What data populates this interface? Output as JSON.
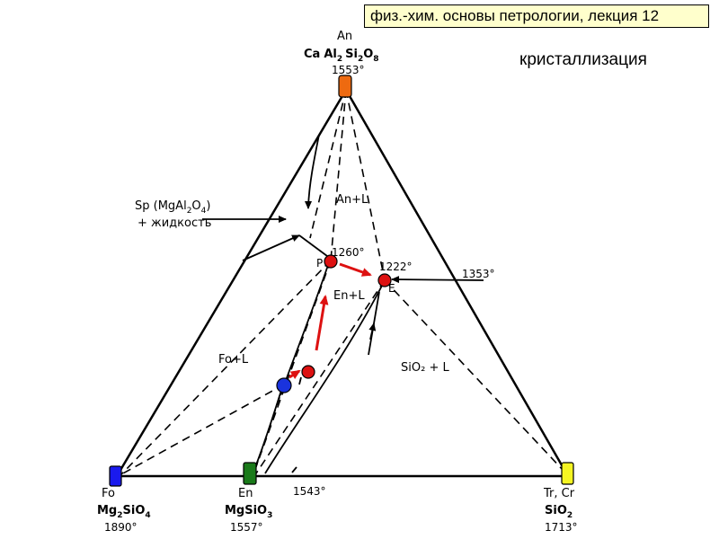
{
  "header": {
    "lecture": "физ.-хим. основы петрологии, лекция 12",
    "topic": "кристаллизация"
  },
  "vertices": {
    "an": {
      "name": "An",
      "formula_ca": "Ca",
      "formula_al": "Al",
      "sub1": "2",
      "formula_si": "Si",
      "sub2": "2",
      "formula_o": "O",
      "sub3": "8",
      "temp": "1553°",
      "color": "#ee6a10"
    },
    "fo": {
      "name": "Fo",
      "formula_mg": "Mg",
      "sub1": "2",
      "formula_rest": "SiO",
      "sub2": "4",
      "temp": "1890°",
      "color": "#1a1aee"
    },
    "en": {
      "name": "En",
      "formula": "MgSiO",
      "sub": "3",
      "temp": "1557°",
      "color": "#1a7a1a"
    },
    "sio2": {
      "name": "Tr, Cr",
      "formula": "SiO",
      "sub": "2",
      "temp": "1713°",
      "color": "#f5f522"
    }
  },
  "fields": {
    "an_l": "An+L",
    "en_l": "En+L",
    "fo_l": "Fo+L",
    "sio2_l": "SiO₂ + L",
    "sp_line1": "Sp (MgAl",
    "sp_sub1": "2",
    "sp_o": "O",
    "sp_sub2": "4",
    "sp_close": ")",
    "sp_line2": "+ жидкость"
  },
  "points": {
    "p_label": "P",
    "p_temp": "1260°",
    "e_label": "E",
    "e_temp": "1222°",
    "side_temp": "1353°",
    "base_temp": "1543°"
  },
  "colors": {
    "red_marker": "#dd1111",
    "blue_marker": "#1a33dd",
    "path_arrow": "#dd1111"
  }
}
